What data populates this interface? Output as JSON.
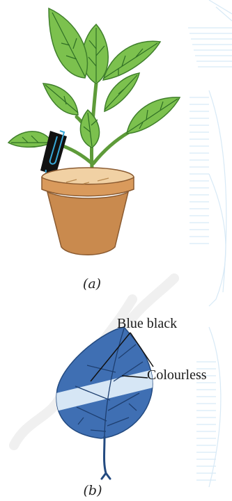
{
  "figure": {
    "panel_a": {
      "caption": "(a)"
    },
    "panel_b": {
      "caption": "(b)",
      "labels": {
        "blue_black": "Blue black",
        "colourless": "Colourless"
      }
    },
    "colors": {
      "leaf_green": "#7cc14e",
      "leaf_vein": "#2f6f25",
      "pot": "#c98a4e",
      "pot_rim": "#d99a5c",
      "soil": "#f1d1a4",
      "paper_strip": "#111111",
      "clip": "#38a8d8",
      "starch_leaf": "#3f6fb3",
      "colourless_band": "#d6e6f5",
      "decor_lines": "#cfe4f4"
    }
  }
}
